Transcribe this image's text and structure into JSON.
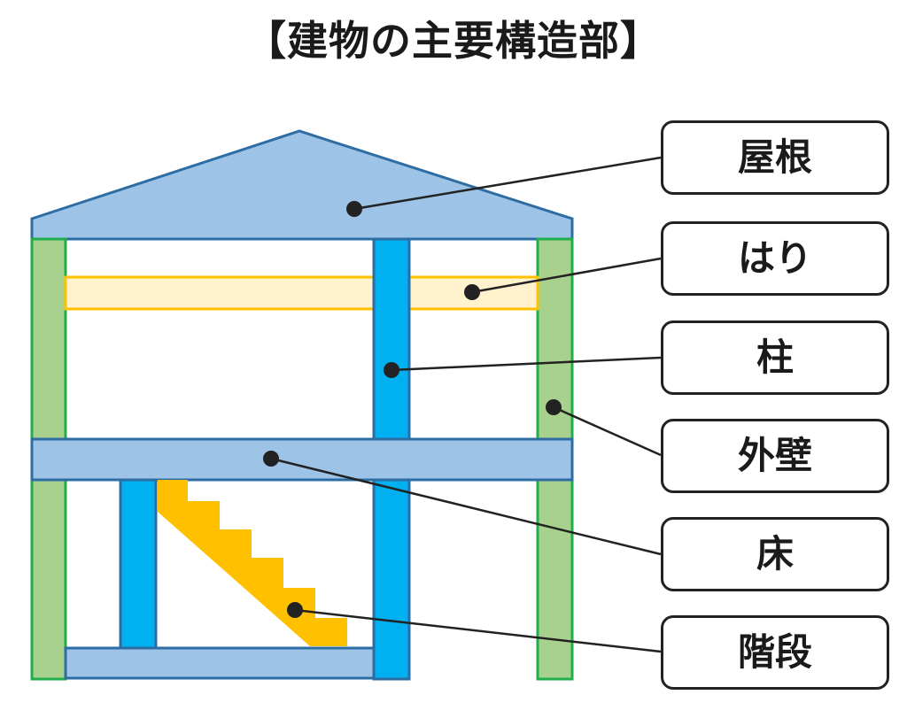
{
  "title": "【建物の主要構造部】",
  "labels": {
    "roof": "屋根",
    "beam": "はり",
    "column": "柱",
    "exterior_wall": "外壁",
    "floor": "床",
    "stairs": "階段"
  },
  "colors": {
    "roof_fill": "#9dc3e6",
    "roof_stroke": "#2e6da4",
    "wall_fill": "#a9d18e",
    "wall_stroke": "#1fae4b",
    "column_fill": "#00b0f0",
    "column_stroke": "#2e6da4",
    "beam_fill": "#fff2cc",
    "beam_stroke": "#ffc000",
    "floor_fill": "#9dc3e6",
    "floor_stroke": "#2e6da4",
    "stairs_fill": "#ffc000",
    "leader_line": "#222222"
  }
}
